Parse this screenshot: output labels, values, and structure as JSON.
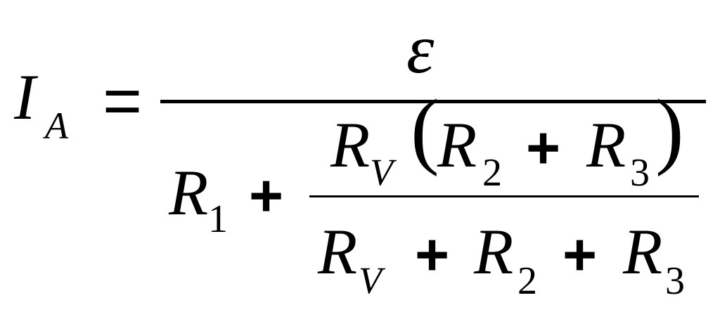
{
  "equation": {
    "lhs": {
      "symbol": "I",
      "subscript": "A"
    },
    "equals": "=",
    "numerator": "ε",
    "denominator": {
      "r1": {
        "symbol": "R",
        "subscript": "1"
      },
      "plus": "+",
      "inner_numerator": {
        "rv": {
          "symbol": "R",
          "subscript": "V"
        },
        "lparen": "(",
        "r2": {
          "symbol": "R",
          "subscript": "2"
        },
        "plus": "+",
        "r3": {
          "symbol": "R",
          "subscript": "3"
        },
        "rparen": ")"
      },
      "inner_denominator": {
        "rv": {
          "symbol": "R",
          "subscript": "V"
        },
        "plus1": "+",
        "r2": {
          "symbol": "R",
          "subscript": "2"
        },
        "plus2": "+",
        "r3": {
          "symbol": "R",
          "subscript": "3"
        }
      }
    }
  }
}
